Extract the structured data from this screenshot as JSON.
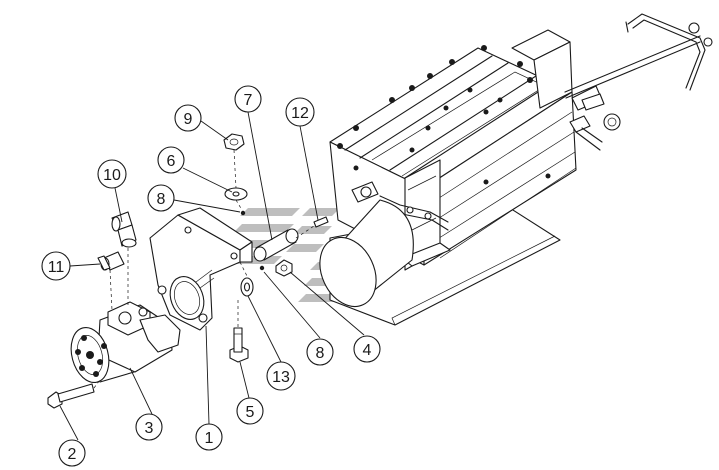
{
  "diagram": {
    "colors": {
      "line": "#1a1a1a",
      "background": "#ffffff",
      "watermark": "#8a8a8a"
    },
    "watermark_icon": "logo-watermark-icon",
    "callouts": [
      {
        "id": "c1",
        "label": "1"
      },
      {
        "id": "c2",
        "label": "2"
      },
      {
        "id": "c3",
        "label": "3"
      },
      {
        "id": "c4",
        "label": "4"
      },
      {
        "id": "c5",
        "label": "5"
      },
      {
        "id": "c6",
        "label": "6"
      },
      {
        "id": "c7",
        "label": "7"
      },
      {
        "id": "c8a",
        "label": "8"
      },
      {
        "id": "c8b",
        "label": "8"
      },
      {
        "id": "c9",
        "label": "9"
      },
      {
        "id": "c10",
        "label": "10"
      },
      {
        "id": "c11",
        "label": "11"
      },
      {
        "id": "c12",
        "label": "12"
      },
      {
        "id": "c13",
        "label": "13"
      }
    ]
  }
}
